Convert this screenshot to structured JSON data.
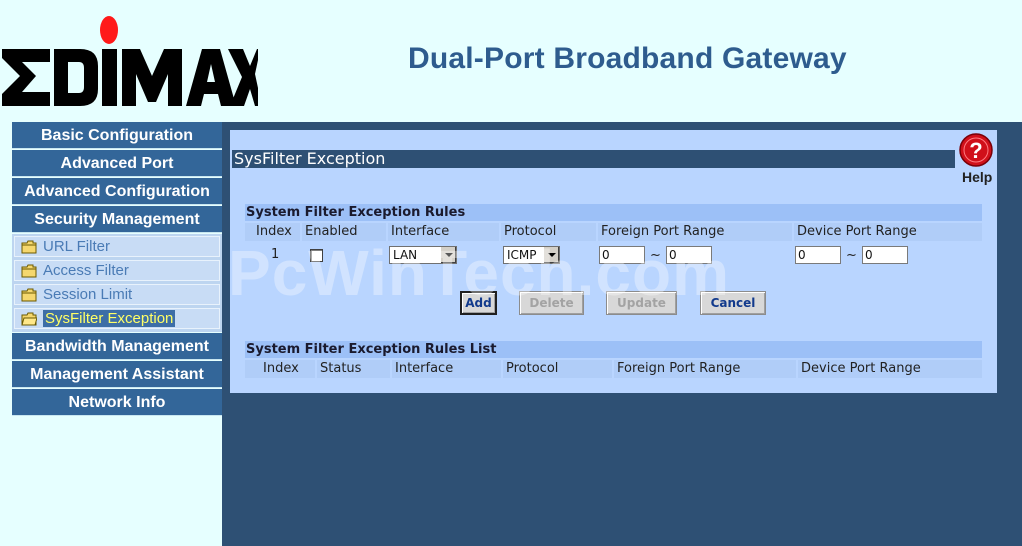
{
  "header": {
    "logo_text": "EDIMAX",
    "title": "Dual-Port Broadband Gateway"
  },
  "menu": [
    {
      "label": "Basic Configuration"
    },
    {
      "label": "Advanced Port"
    },
    {
      "label": "Advanced Configuration"
    },
    {
      "label": "Security Management"
    }
  ],
  "submenu": [
    {
      "label": "URL Filter",
      "active": false
    },
    {
      "label": "Access Filter",
      "active": false
    },
    {
      "label": "Session Limit",
      "active": false
    },
    {
      "label": "SysFilter Exception",
      "active": true
    }
  ],
  "menu_bottom": [
    {
      "label": "Bandwidth Management"
    },
    {
      "label": "Management Assistant"
    },
    {
      "label": "Network Info"
    }
  ],
  "page": {
    "title": "SysFilter Exception",
    "help_label": "Help"
  },
  "rules": {
    "heading": "System Filter Exception Rules",
    "columns": [
      "Index",
      "Enabled",
      "Interface",
      "Protocol",
      "Foreign Port Range",
      "Device Port Range"
    ],
    "row": {
      "index": "1",
      "enabled": false,
      "interface": "LAN",
      "protocol": "ICMP",
      "foreign_from": "0",
      "foreign_to": "0",
      "device_from": "0",
      "device_to": "0",
      "tilde": "~"
    }
  },
  "buttons": {
    "add": "Add",
    "delete": "Delete",
    "update": "Update",
    "cancel": "Cancel"
  },
  "list": {
    "heading": "System Filter Exception Rules List",
    "columns": [
      "Index",
      "Status",
      "Interface",
      "Protocol",
      "Foreign Port Range",
      "Device Port Range"
    ]
  },
  "watermark": "PcWinTech.com"
}
